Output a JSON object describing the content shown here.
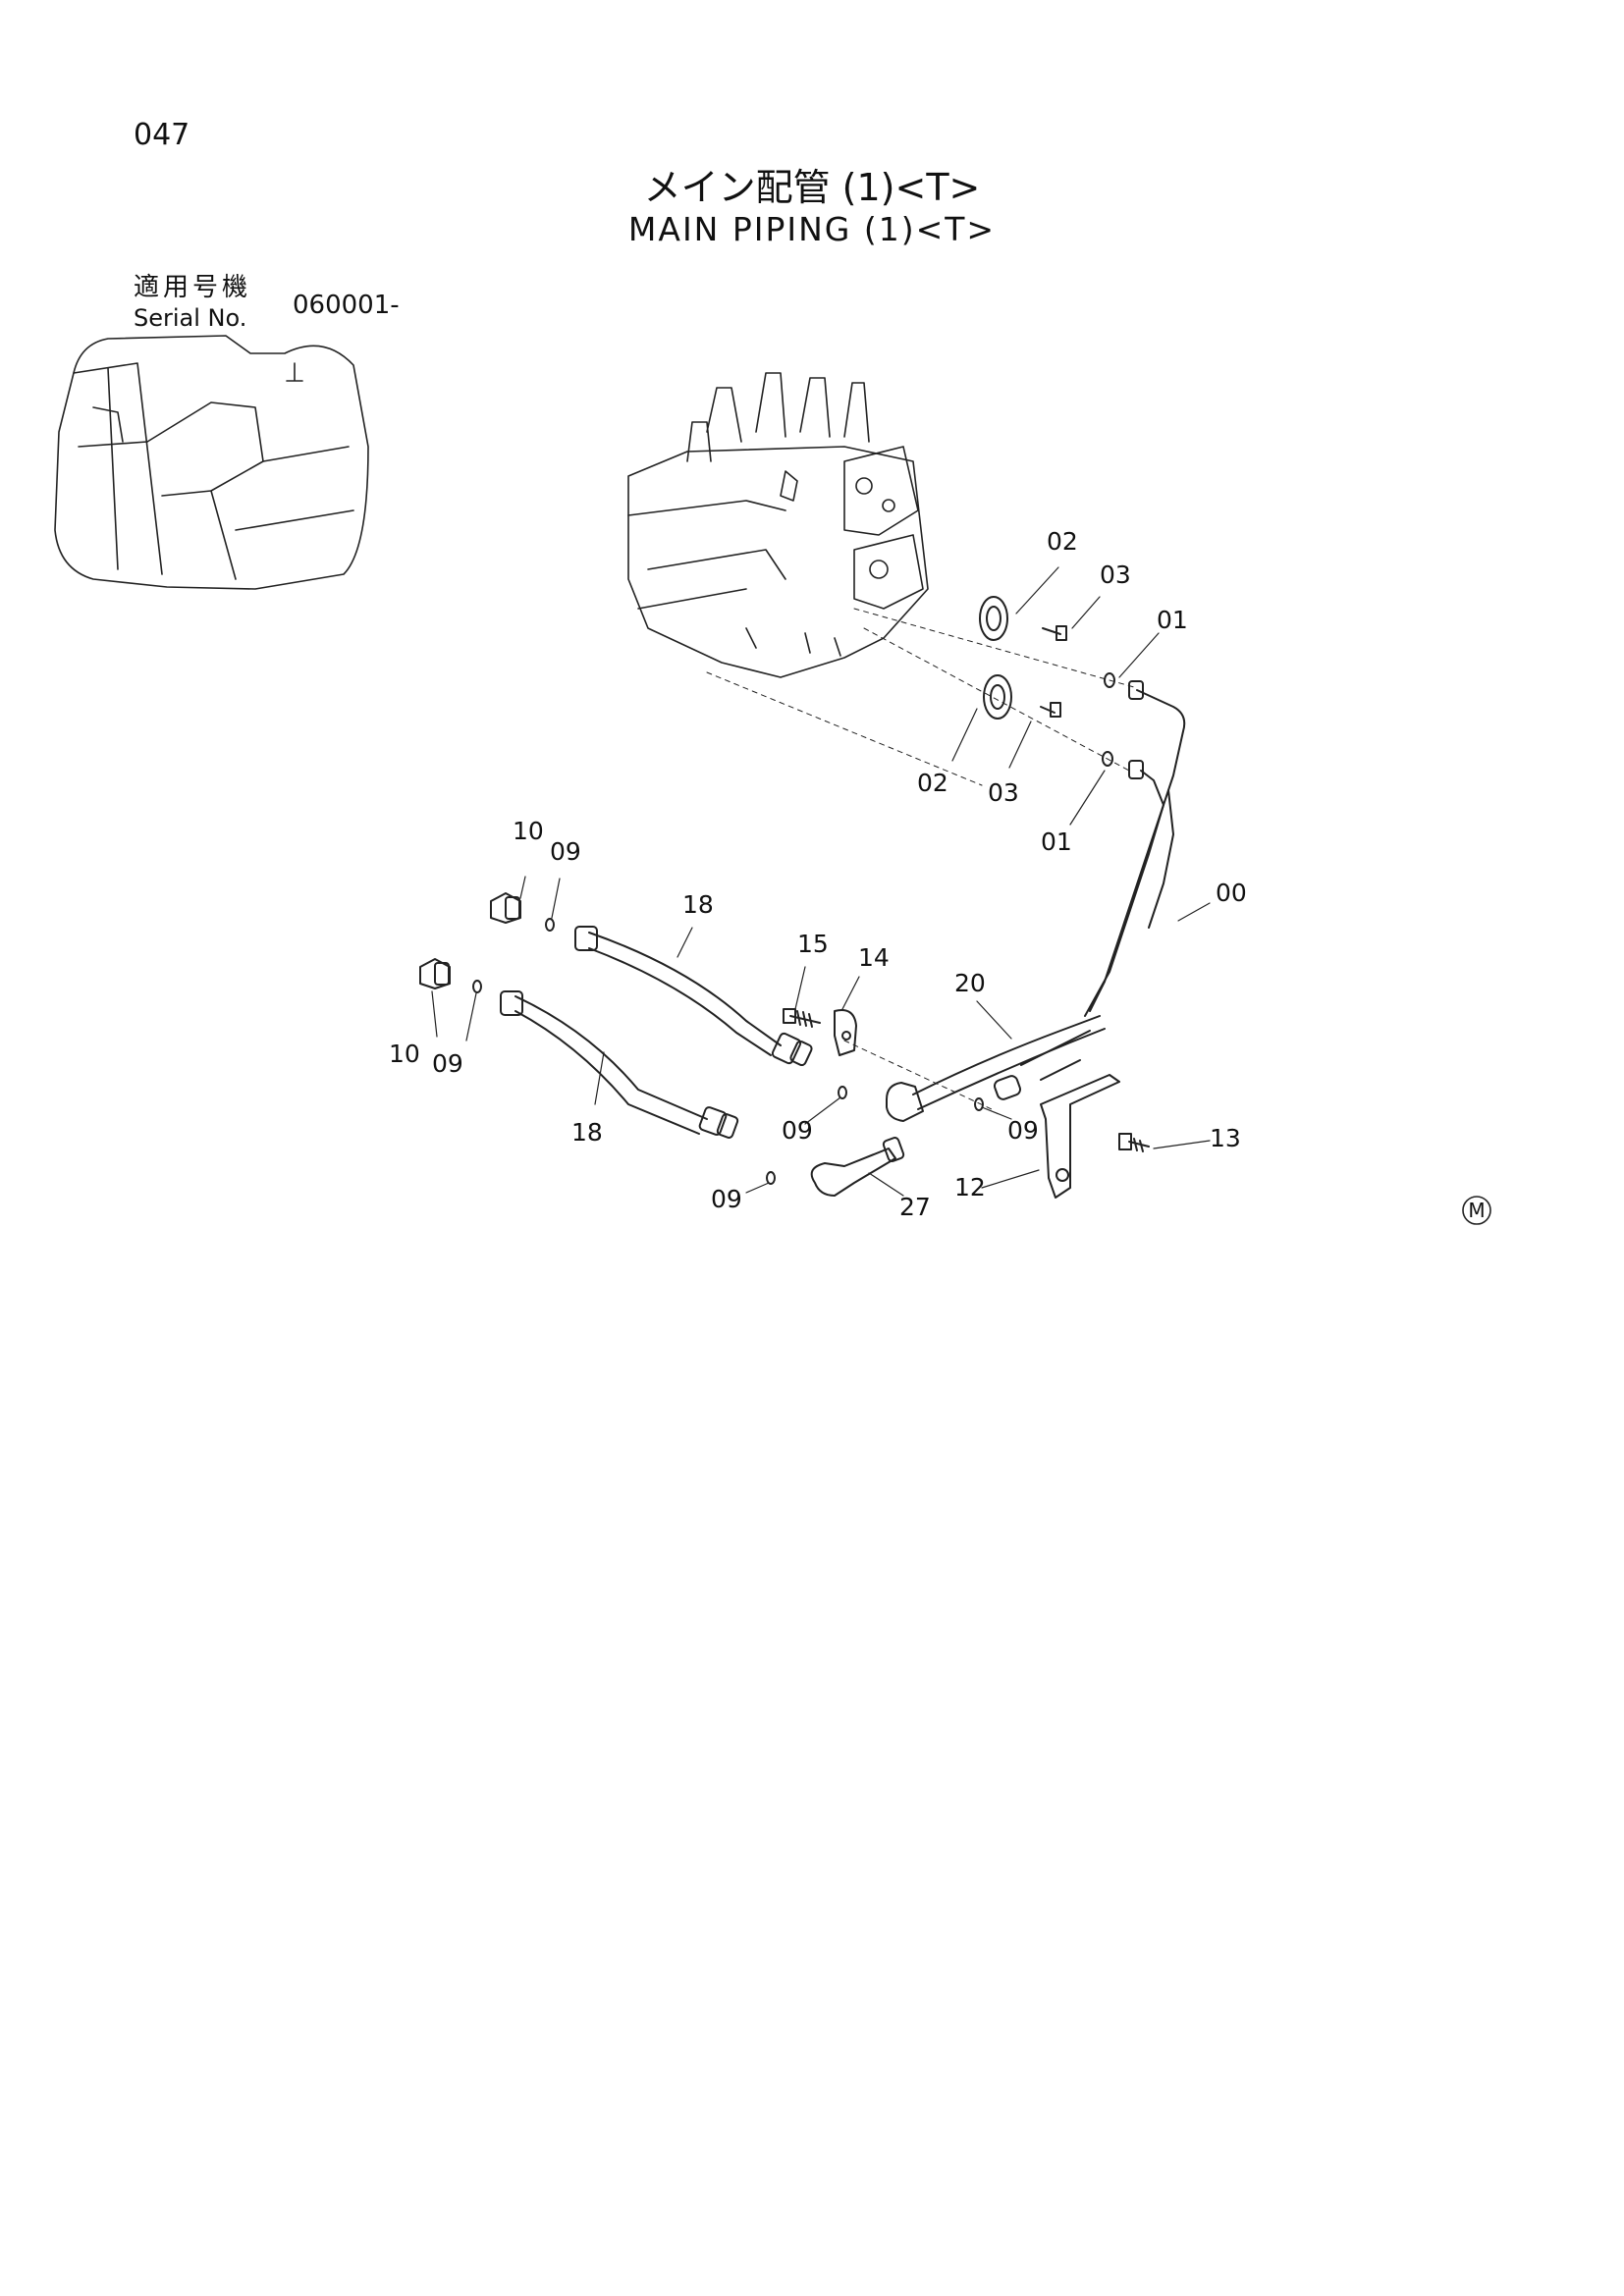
{
  "page_number": "047",
  "title_jp": "メイン配管 (1)<T>",
  "title_en": "MAIN PIPING (1)<T>",
  "serial": {
    "label_jp": "適用号機",
    "label_en": "Serial No.",
    "value": "060001-"
  },
  "callouts": [
    "02",
    "03",
    "01",
    "02",
    "03",
    "01",
    "10",
    "09",
    "18",
    "15",
    "14",
    "00",
    "20",
    "10",
    "09",
    "18",
    "09",
    "09",
    "13",
    "12",
    "09",
    "27"
  ],
  "corner_mark": "M"
}
